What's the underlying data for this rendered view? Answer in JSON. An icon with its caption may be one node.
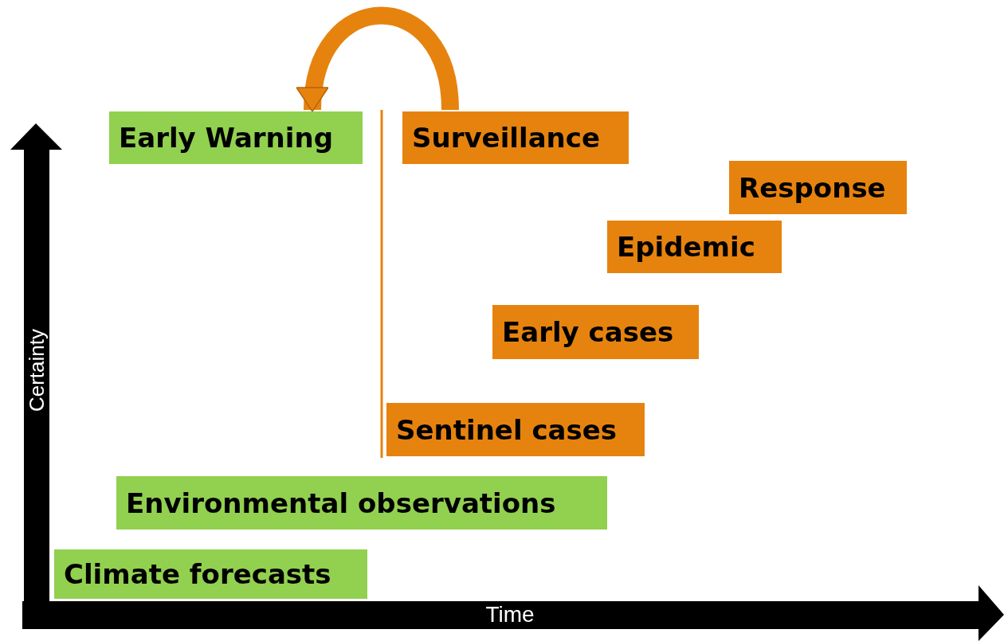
{
  "diagram": {
    "nodes": [
      {
        "text": [
          "Early Warning"
        ]
      },
      {
        "text": [
          "Surveillance"
        ]
      },
      {
        "text": [
          "Response"
        ]
      },
      {
        "text": [
          "Epidemic"
        ]
      },
      {
        "text": [
          "Early cases"
        ]
      },
      {
        "text": [
          "Sentinel cases"
        ]
      },
      {
        "text": [
          "Environmental observations"
        ]
      },
      {
        "text": [
          "Climate forecasts"
        ]
      }
    ],
    "edges": [
      {
        "from": 1,
        "to": 0,
        "arrow": "to"
      }
    ],
    "labels": [
      "Certainty",
      "Time"
    ]
  }
}
